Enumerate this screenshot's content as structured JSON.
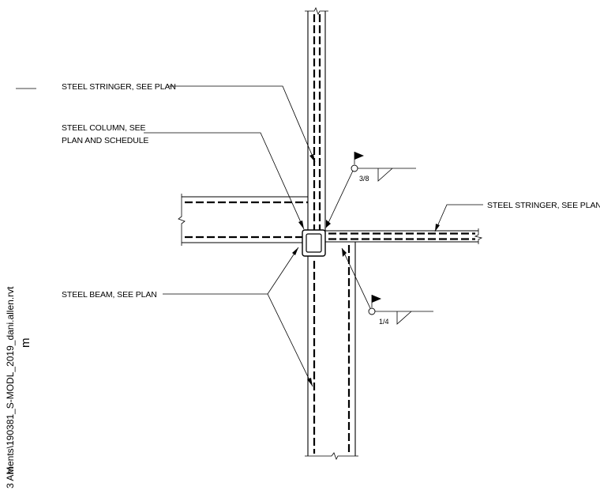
{
  "labels": {
    "stringer_top": "STEEL STRINGER, SEE PLAN",
    "column_line1": "STEEL COLUMN, SEE",
    "column_line2": "PLAN AND SCHEDULE",
    "stringer_right": "STEEL STRINGER, SEE PLAN",
    "beam": "STEEL BEAM, SEE PLAN"
  },
  "welds": {
    "top_size": "3/8",
    "bottom_size": "1/4"
  },
  "sidebar": {
    "path_text": "ments\\190381_S-MODL_2019_dani.allen.rvt",
    "time_text": "3 AM",
    "marker": "m"
  }
}
